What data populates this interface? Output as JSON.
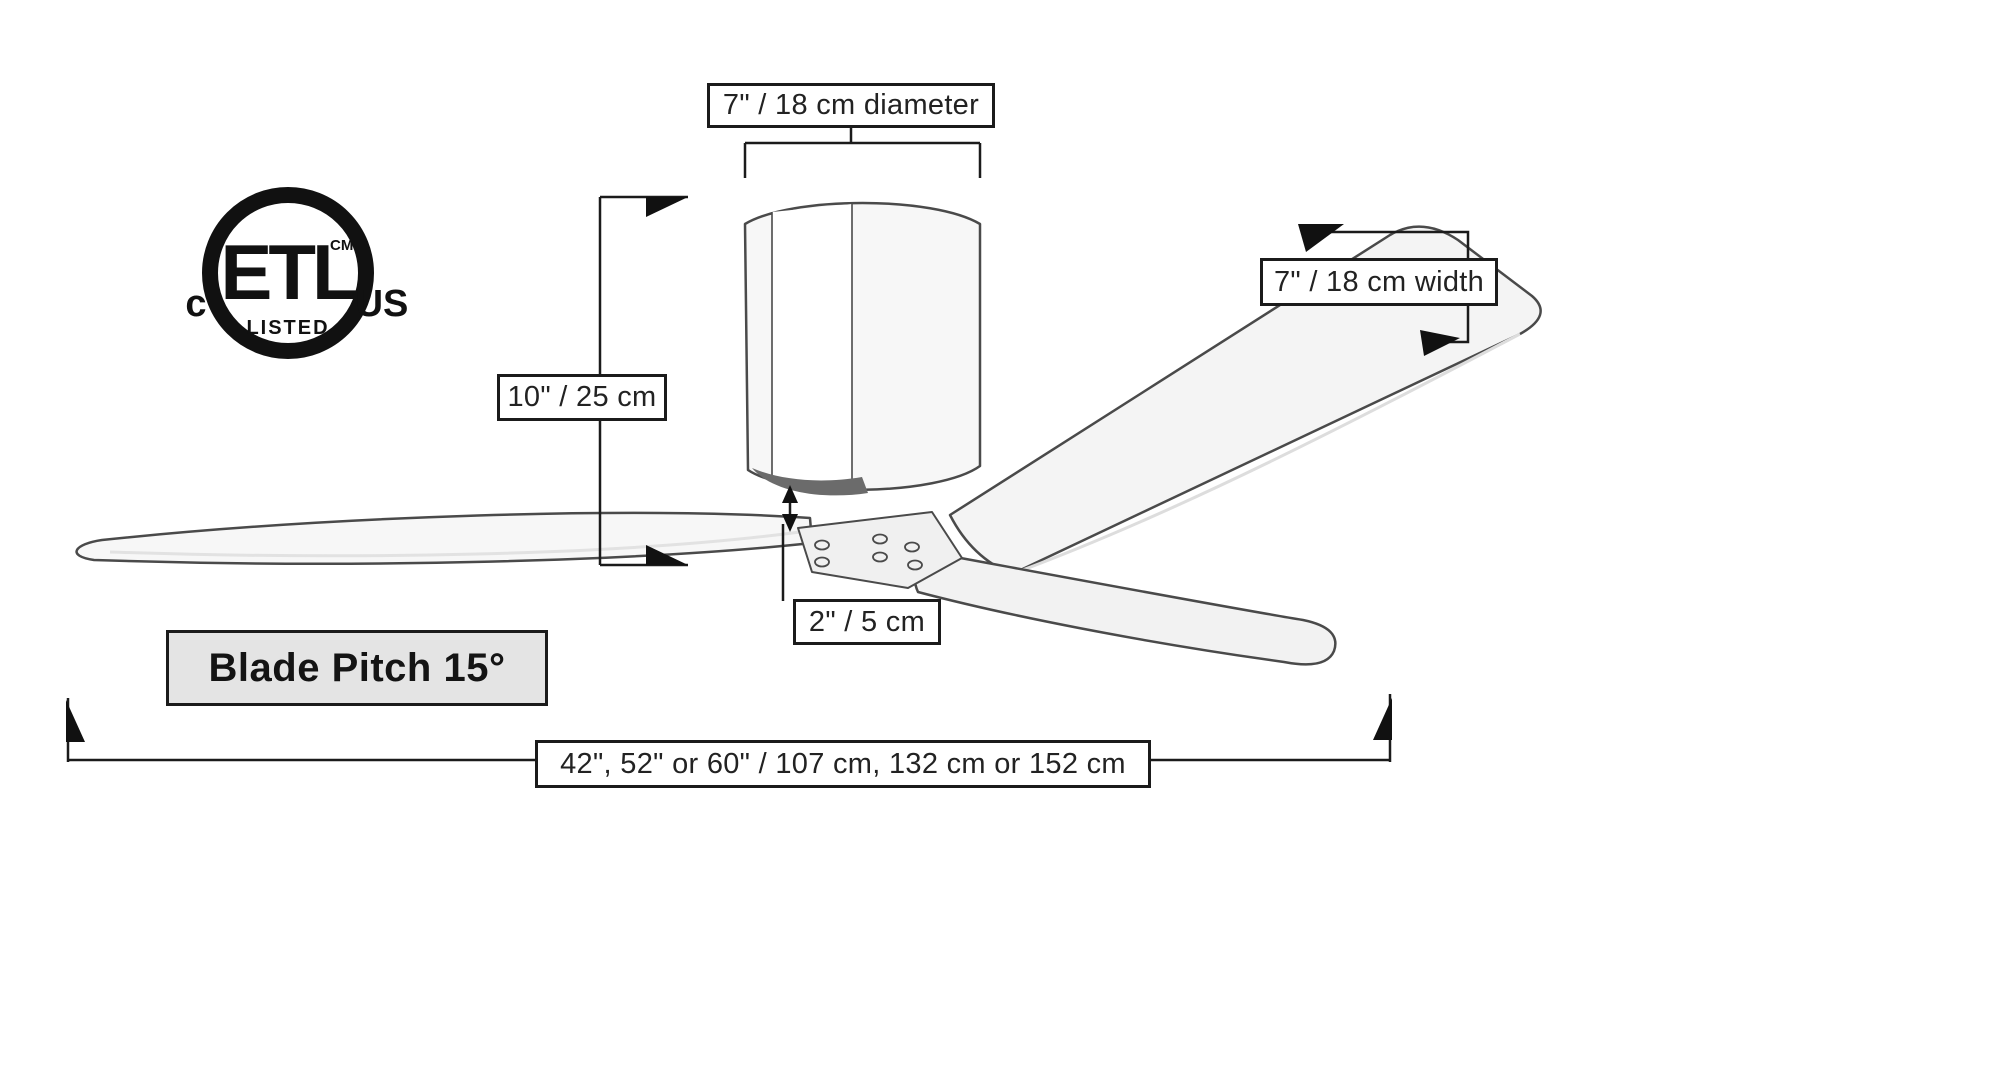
{
  "labels": {
    "top_diameter": "7\" / 18 cm diameter",
    "blade_width": "7\" / 18 cm width",
    "height": "10\" / 25 cm",
    "hub_gap": "2\" / 5 cm",
    "blade_pitch": "Blade Pitch 15°",
    "span": "42\", 52\" or 60\" / 107 cm, 132  cm or 152 cm"
  },
  "etl_logo": {
    "c": "c",
    "us": "US",
    "etl": "ETL",
    "cm": "CM",
    "listed": "LISTED"
  },
  "colors": {
    "background": "#ffffff",
    "line_art": "#4a4a4a",
    "dimension_line": "#1b1b1b",
    "label_border": "#1b1b1b",
    "pitch_box_bg": "#e4e4e4",
    "blade_fill": "#f5f5f5",
    "housing_underside": "#6b6b6b",
    "logo_black": "#111111"
  }
}
